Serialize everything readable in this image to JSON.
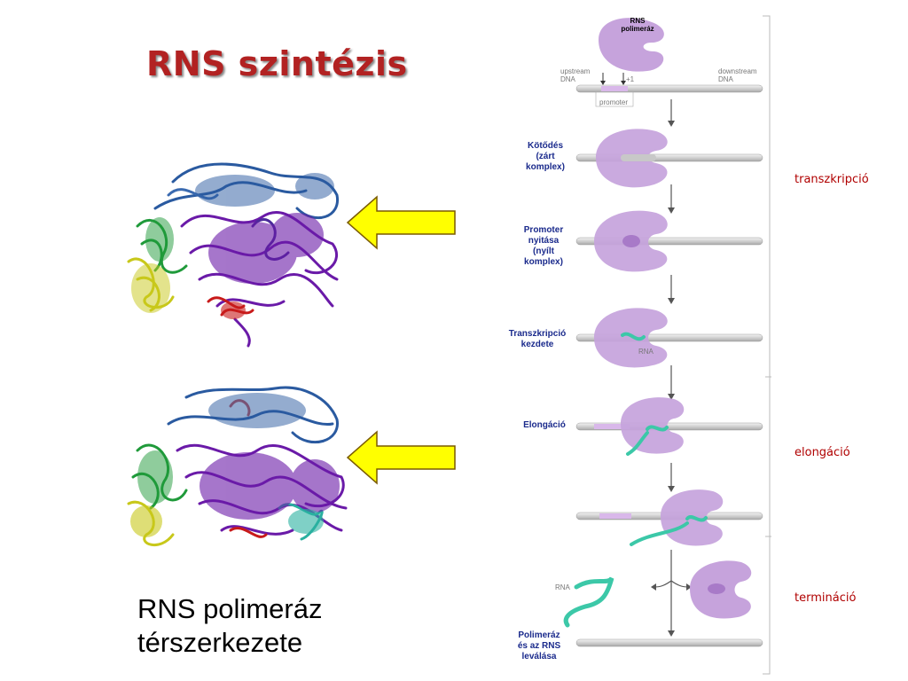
{
  "slide": {
    "title": "RNS szintézis",
    "caption_line1": "RNS polimeráz",
    "caption_line2": "térszerkezete"
  },
  "diagram": {
    "enzyme_label_line1": "RNS",
    "enzyme_label_line2": "polimeráz",
    "upstream_line1": "upstream",
    "upstream_line2": "DNA",
    "downstream_line1": "downstream",
    "downstream_line2": "DNA",
    "plus_one": "+1",
    "promoter": "promoter",
    "rna_inner": "RNA",
    "rna_release": "RNA",
    "stages": {
      "binding": [
        "Kötődés",
        "(zárt",
        "komplex)"
      ],
      "opening": [
        "Promoter",
        "nyitása",
        "(nyílt",
        "komplex)"
      ],
      "initiation": [
        "Transzkripció",
        "kezdete"
      ],
      "elongation": [
        "Elongáció"
      ],
      "release": [
        "Polimeráz",
        "és az RNS",
        "leválása"
      ]
    },
    "phases": {
      "transcription": "transzkripció",
      "elongation": "elongáció",
      "termination": "termináció"
    }
  },
  "colors": {
    "title": "#b22222",
    "stage_text": "#1a2a8c",
    "phase_text": "#b00000",
    "polymerase": "#c6a3dc",
    "rna": "#3cc8a8",
    "arrow_fill": "#ffff00"
  }
}
